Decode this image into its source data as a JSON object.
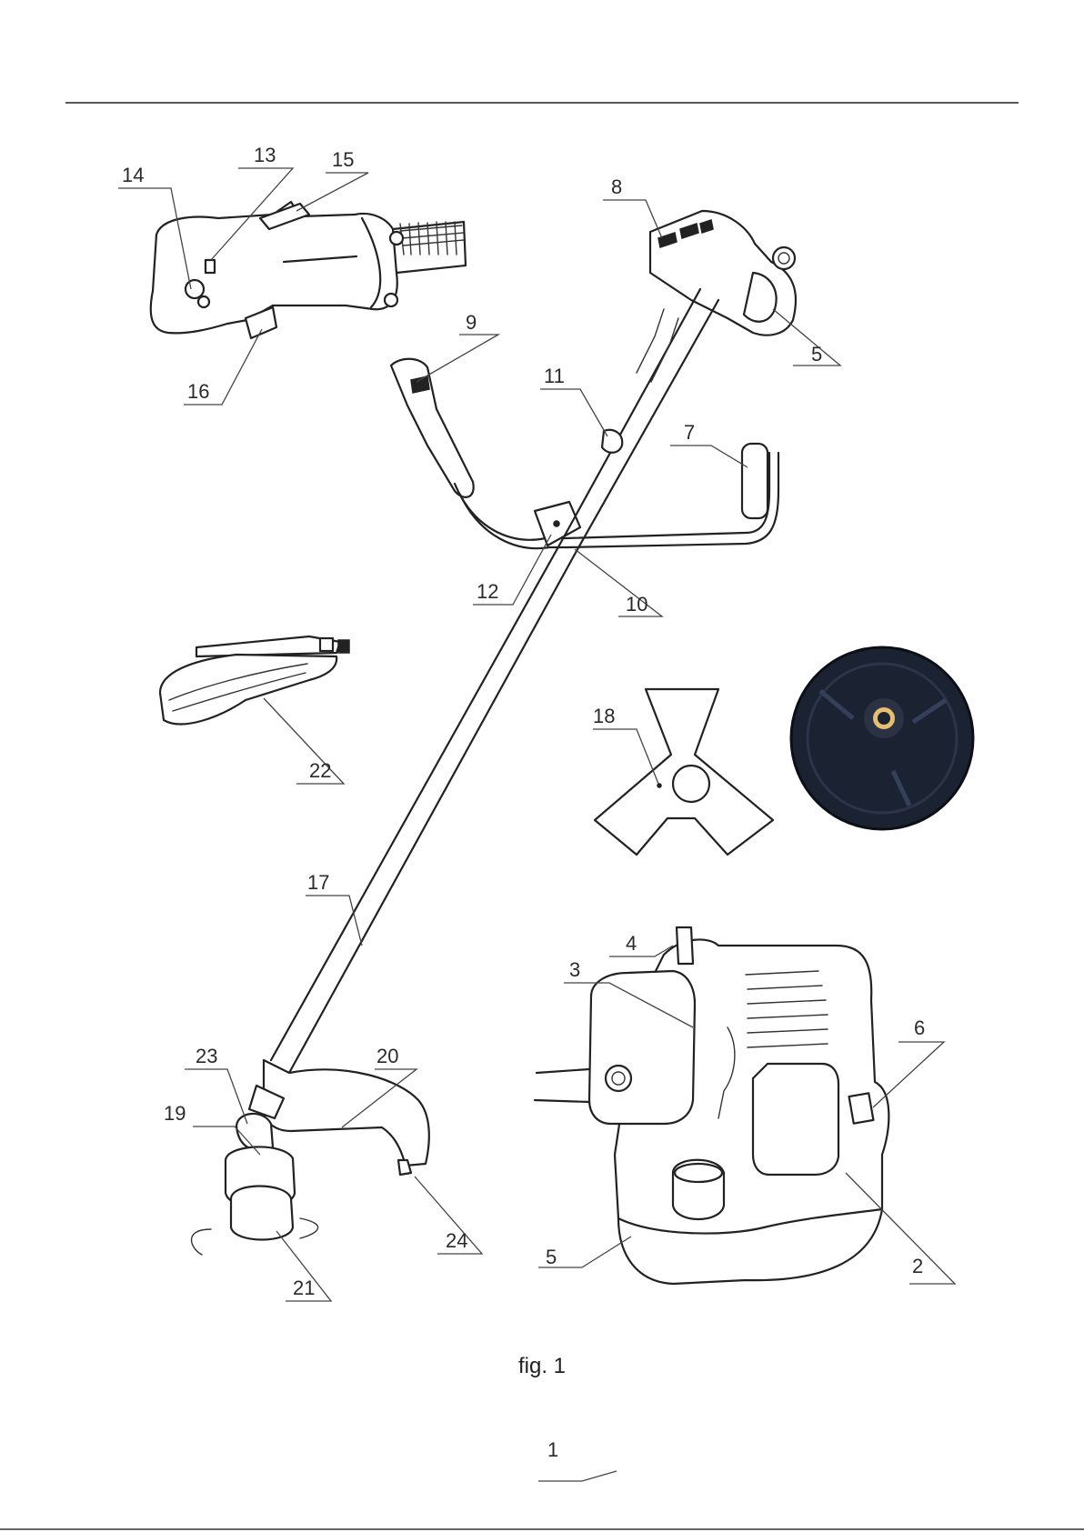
{
  "figure": {
    "caption": "fig. 1",
    "part_labels": [
      "1",
      "2",
      "3",
      "4",
      "5",
      "5",
      "6",
      "7",
      "8",
      "9",
      "10",
      "11",
      "12",
      "13",
      "14",
      "15",
      "16",
      "17",
      "18",
      "19",
      "20",
      "21",
      "22",
      "23",
      "24"
    ]
  }
}
